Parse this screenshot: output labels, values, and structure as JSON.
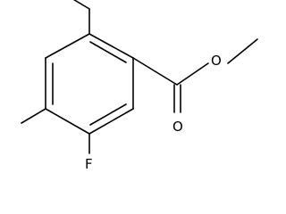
{
  "molecule": {
    "atoms": {
      "carbonyl_oxygen": "O",
      "ester_oxygen": "O",
      "fluorine": "F"
    },
    "colors": {
      "bond": "#000000",
      "label": "#000000",
      "background": "#ffffff"
    }
  }
}
